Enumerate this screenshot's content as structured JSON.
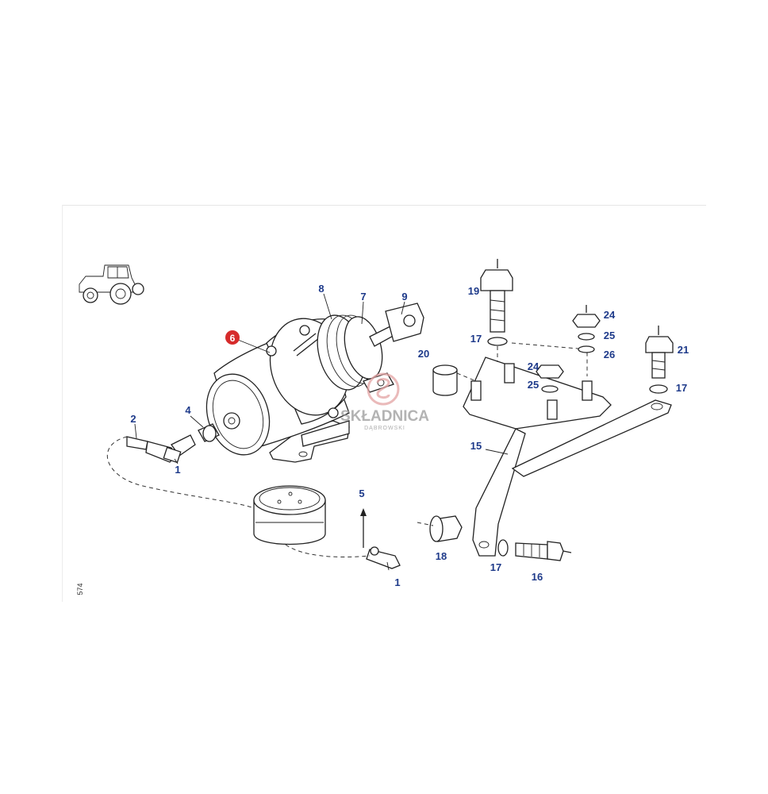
{
  "diagram": {
    "callouts": {
      "c1a": "1",
      "c1b": "1",
      "c2": "2",
      "c4": "4",
      "c5": "5",
      "c6": "6",
      "c7": "7",
      "c8": "8",
      "c9": "9",
      "c15": "15",
      "c16": "16",
      "c17a": "17",
      "c17b": "17",
      "c17c": "17",
      "c18": "18",
      "c19": "19",
      "c20": "20",
      "c21": "21",
      "c24a": "24",
      "c24b": "24",
      "c25a": "25",
      "c25b": "25",
      "c26": "26"
    },
    "highlight_color": "#d62b2b",
    "callout_color": "#1e3a8a",
    "side_code": "574",
    "watermark": {
      "name": "SKŁADNICA",
      "sub": "DĄBROWSKI"
    },
    "icons": [
      "tractor-icon",
      "brake-cylinder",
      "mounting-bracket"
    ]
  }
}
